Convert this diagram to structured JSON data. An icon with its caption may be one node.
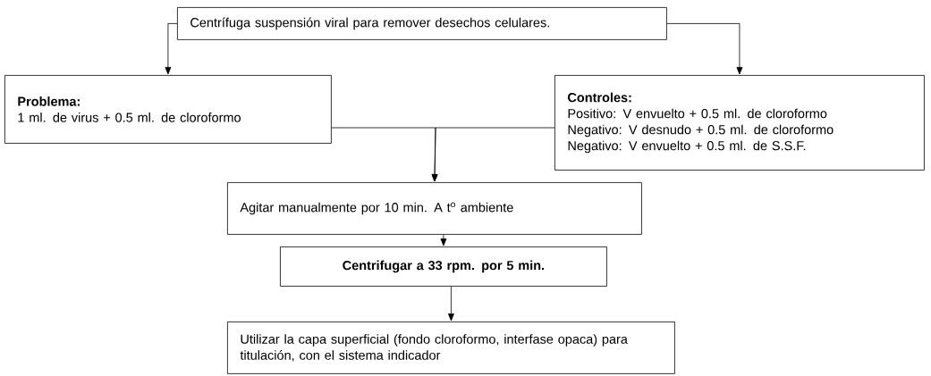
{
  "diagram": {
    "nodes": [
      {
        "text": [
          "Centrífuga suspensión viral para remover desechos celulares."
        ]
      },
      {
        "text": [
          "Problema:",
          "1 ml. de virus +  0.5 ml. de cloroformo"
        ]
      },
      {
        "text": [
          "Controles:",
          "Positivo: V envuelto + 0.5 ml. de cloroformo",
          "Negativo: V desnudo + 0.5 ml. de cloroformo",
          "Negativo: V envuelto + 0.5 ml. de S.S.F."
        ]
      },
      {
        "text": [
          "Agitar manualmente por 10 min. A  t$^{o}$ ambiente"
        ]
      },
      {
        "text": [
          "Centrifugar a 33 rpm. por 5 min."
        ]
      },
      {
        "text": [
          "Utilizar la capa superficial (fondo cloroformo, interfase opaca) para titulación, con el sistema indicador"
        ]
      }
    ],
    "edges": [
      {
        "from": 0,
        "to": 1,
        "arrow": "to"
      },
      {
        "from": 0,
        "to": 2,
        "arrow": "to"
      },
      {
        "from": 1,
        "to": 3,
        "arrow": "to"
      },
      {
        "from": 2,
        "to": 3,
        "arrow": "to"
      },
      {
        "from": 3,
        "to": 4,
        "arrow": "to"
      },
      {
        "from": 4,
        "to": 5,
        "arrow": "to"
      }
    ]
  }
}
